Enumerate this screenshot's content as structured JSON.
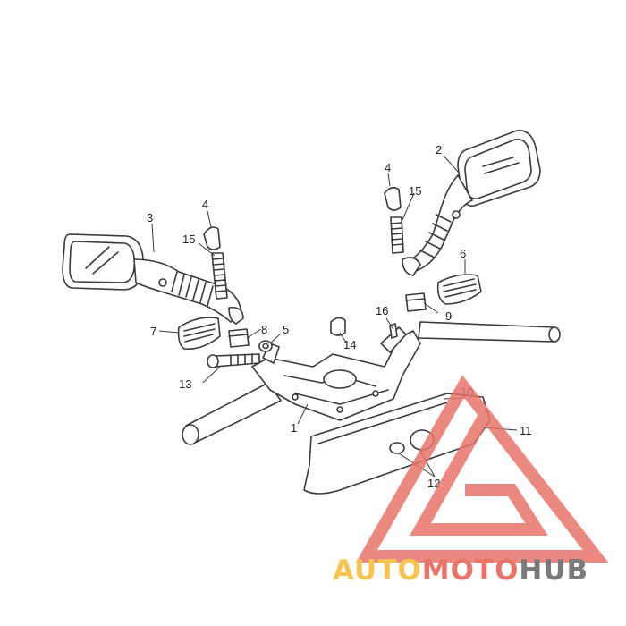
{
  "parts": [
    {
      "id": "label-1",
      "text": "1"
    },
    {
      "id": "label-2",
      "text": "2"
    },
    {
      "id": "label-3",
      "text": "3"
    },
    {
      "id": "label-4a",
      "text": "4"
    },
    {
      "id": "label-4b",
      "text": "4"
    },
    {
      "id": "label-5",
      "text": "5"
    },
    {
      "id": "label-6",
      "text": "6"
    },
    {
      "id": "label-7",
      "text": "7"
    },
    {
      "id": "label-8",
      "text": "8"
    },
    {
      "id": "label-9",
      "text": "9"
    },
    {
      "id": "label-10",
      "text": "10"
    },
    {
      "id": "label-11",
      "text": "11"
    },
    {
      "id": "label-12",
      "text": "12"
    },
    {
      "id": "label-13",
      "text": "13"
    },
    {
      "id": "label-14",
      "text": "14"
    },
    {
      "id": "label-15a",
      "text": "15"
    },
    {
      "id": "label-15b",
      "text": "15"
    },
    {
      "id": "label-16",
      "text": "16"
    }
  ],
  "watermark": {
    "part1": "AUTO",
    "part2": "MOTO",
    "part3": "HUB",
    "colors": {
      "part1": "#f6c44f",
      "part2": "#e8746a",
      "part3": "#7a7a7a",
      "triangle": "#e8746a"
    }
  }
}
